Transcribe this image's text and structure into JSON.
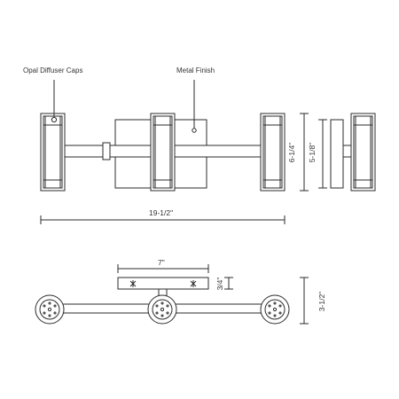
{
  "callouts": {
    "diffuser": "Opal Diffuser Caps",
    "finish": "Metal Finish"
  },
  "dimensions": {
    "overall_width": "19-1/2\"",
    "height_outer": "6-1/4\"",
    "height_plate": "5-1/8\"",
    "plate_width": "7\"",
    "plate_depth": "3/4\"",
    "extension": "3-1/2\""
  },
  "colors": {
    "line": "#2b2b2b",
    "text": "#333333"
  }
}
